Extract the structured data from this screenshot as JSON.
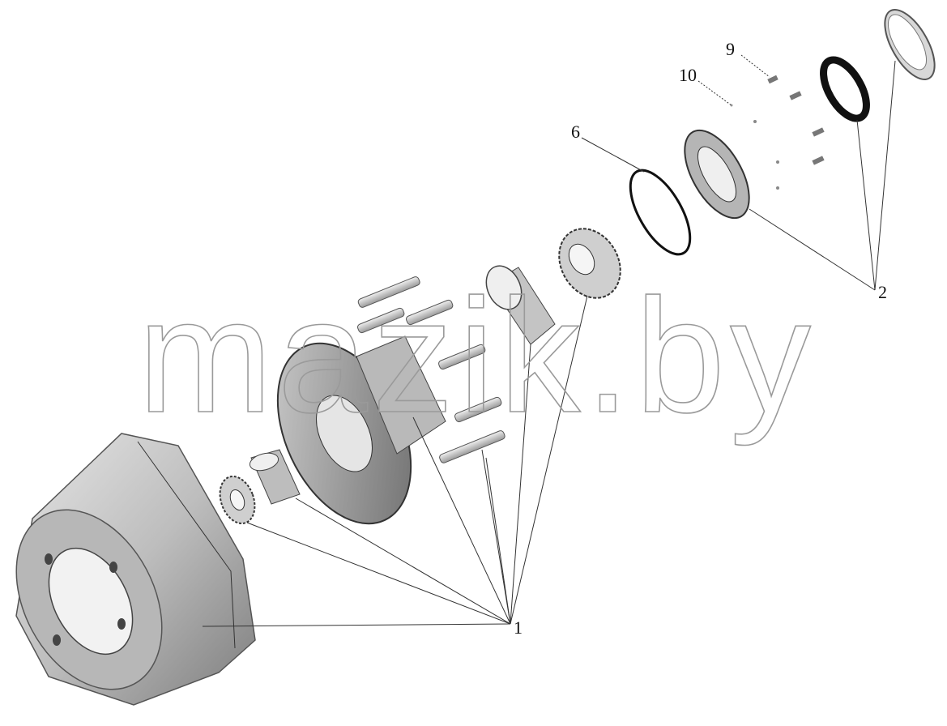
{
  "diagram": {
    "callouts": [
      {
        "id": "1",
        "label": "1"
      },
      {
        "id": "2",
        "label": "2"
      },
      {
        "id": "6",
        "label": "6"
      },
      {
        "id": "9",
        "label": "9"
      },
      {
        "id": "10",
        "label": "10"
      }
    ],
    "watermark": "mazik.by"
  },
  "colors": {
    "metal_light": "#d9d9d9",
    "metal_mid": "#a8a8a8",
    "metal_dark": "#5a5a5a",
    "line": "#333333"
  }
}
